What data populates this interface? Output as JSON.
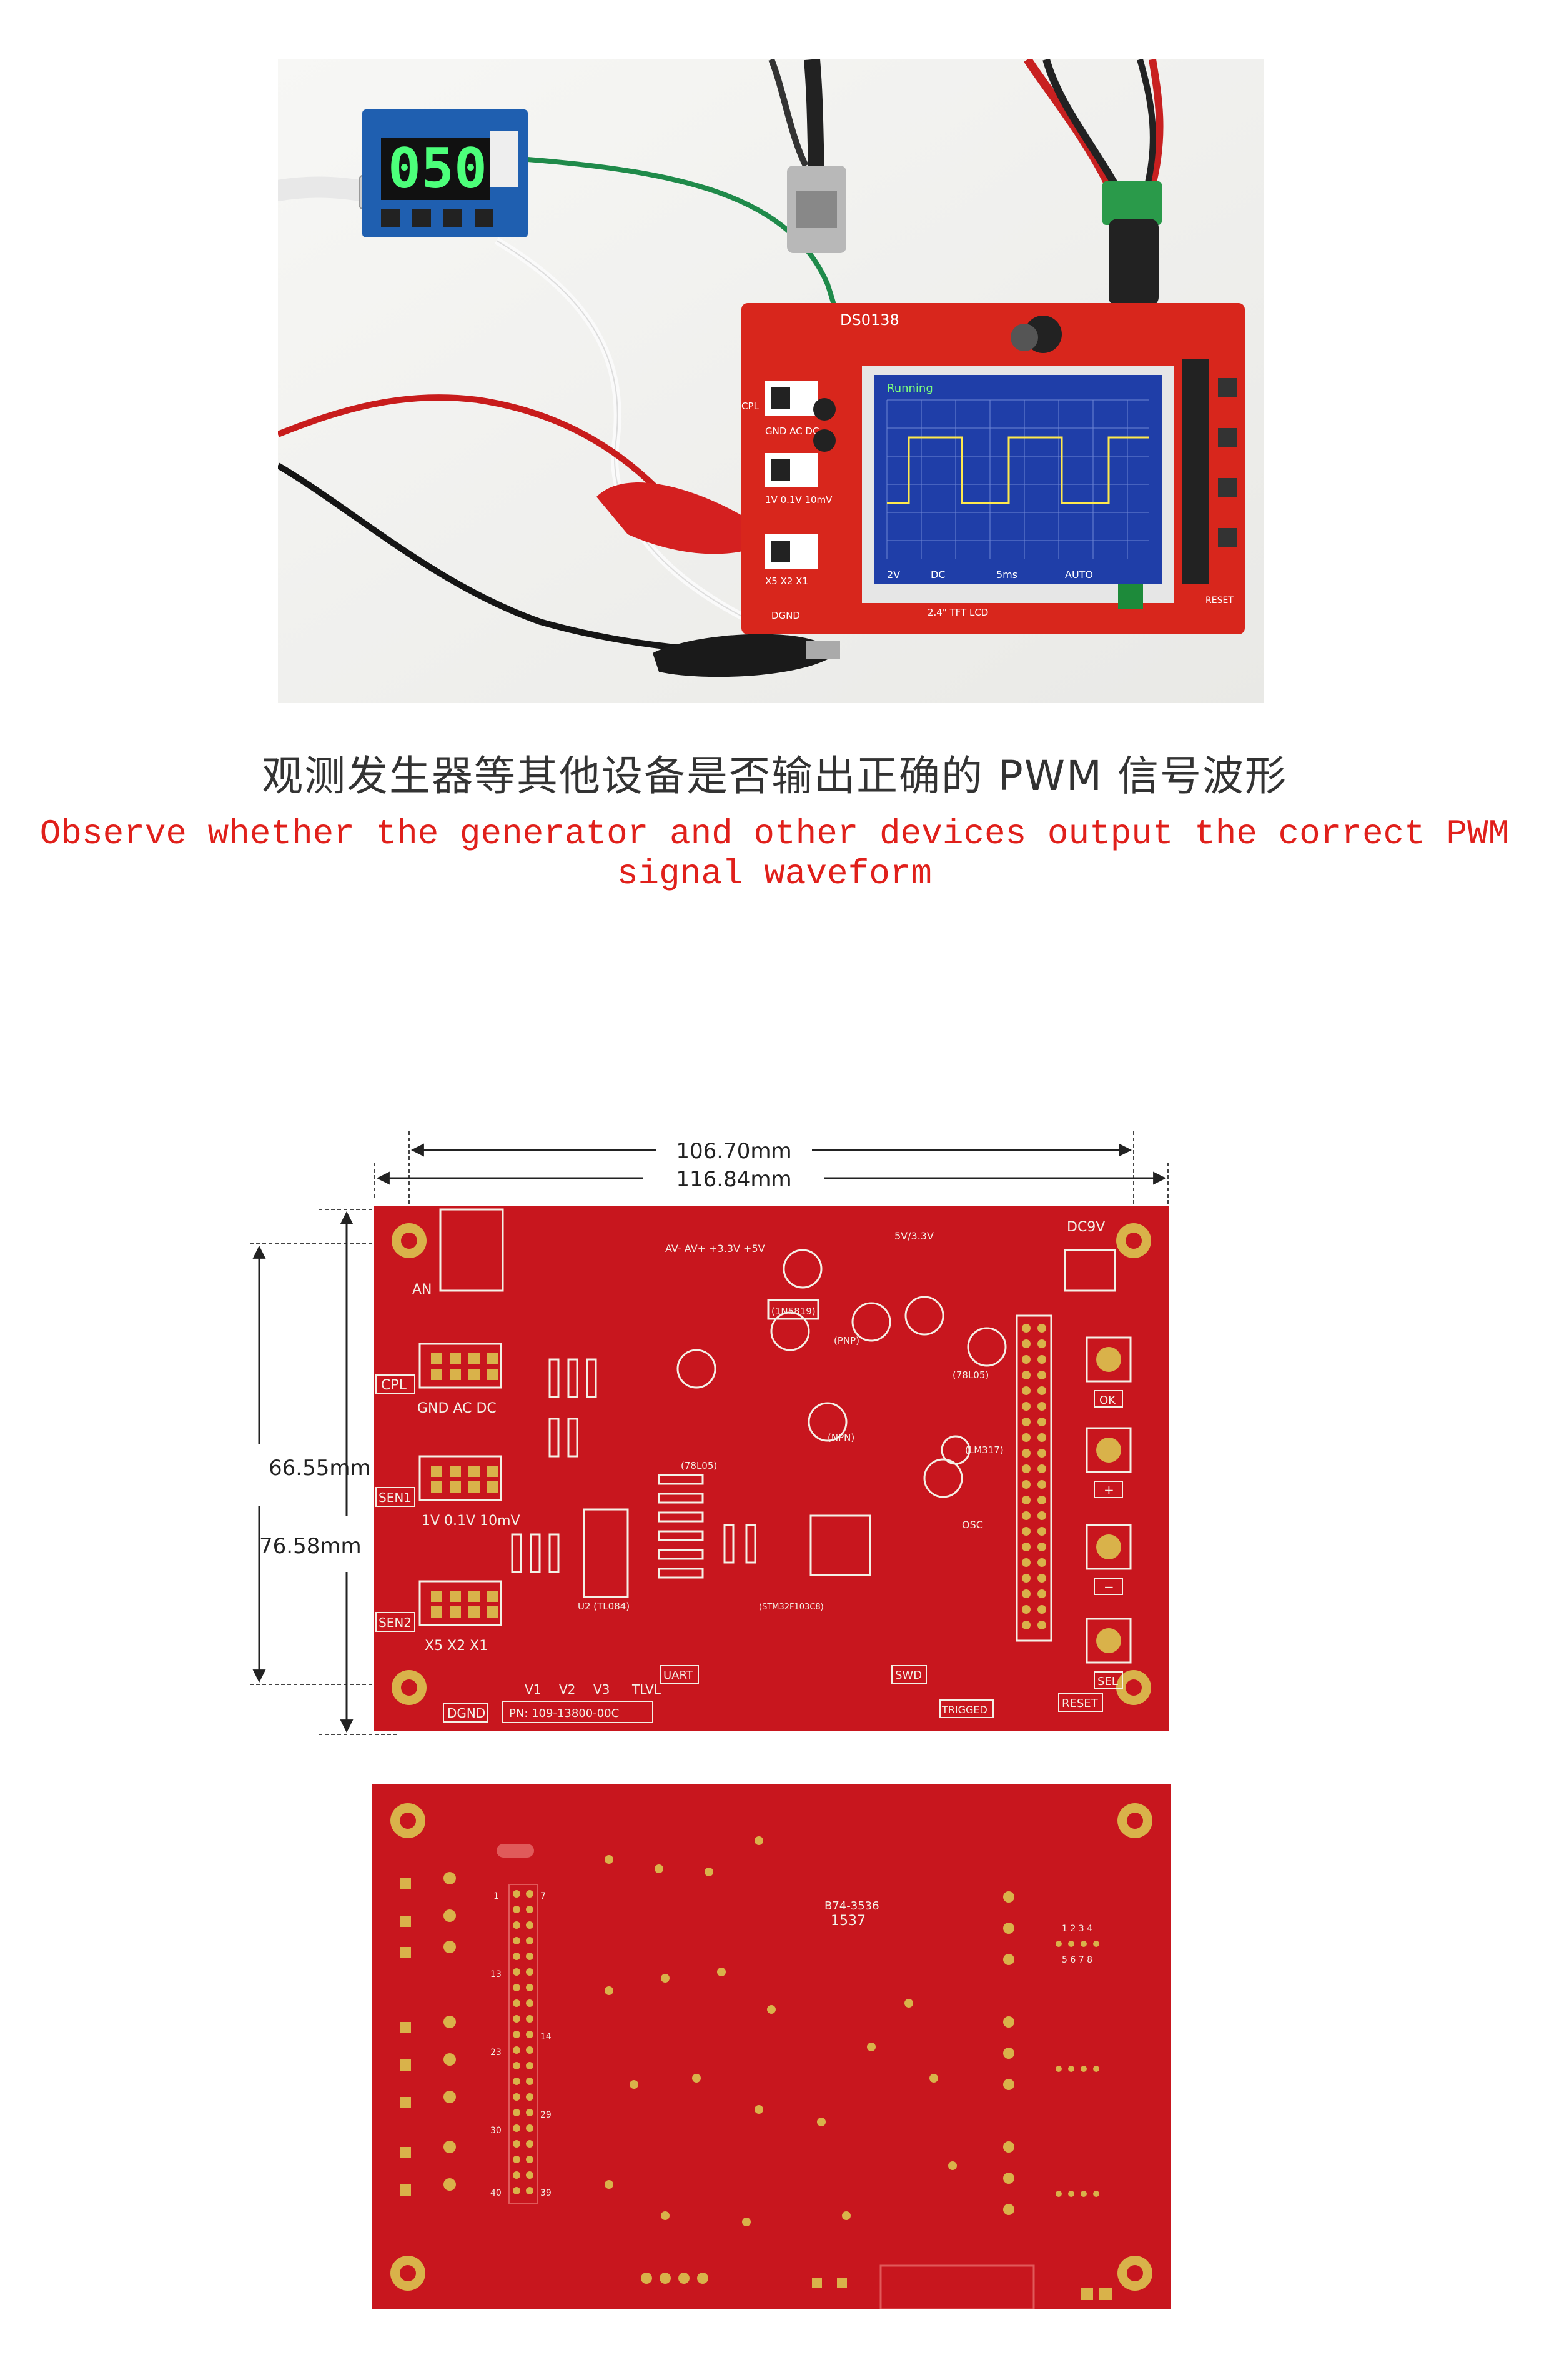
{
  "photo": {
    "led_display": "050",
    "board_label": "DS0138",
    "screen_status": "Running",
    "switch_labels": {
      "cpl": "CPL",
      "cpl_opts": "GND AC DC",
      "sen1_opts": "1V 0.1V 10mV",
      "sen2_opts": "X5 X2 X1",
      "dgnd": "DGND",
      "tft": "2.4\" TFT LCD",
      "reset": "RESET"
    },
    "screen_bottom": [
      "2V",
      "DC",
      "5ms",
      "AUTO"
    ]
  },
  "captions": {
    "chinese": "观测发生器等其他设备是否输出正确的 PWM 信号波形",
    "english": "Observe whether the generator and other devices output the correct PWM signal waveform"
  },
  "dimensions": {
    "inner_width": "106.70mm",
    "outer_width": "116.84mm",
    "inner_height": "66.55mm",
    "outer_height": "76.58mm"
  },
  "pcb_front": {
    "labels": {
      "an": "AN",
      "cpl": "CPL",
      "cpl_opts": "GND AC DC",
      "sen1": "SEN1",
      "sen1_opts": "1V 0.1V 10mV",
      "sen2": "SEN2",
      "sen2_opts": "X5 X2 X1",
      "dgnd": "DGND",
      "part_number": "PN: 109-13800-00C",
      "v_labels": [
        "V1",
        "V2",
        "V3"
      ],
      "tlvl": "TLVL",
      "uart": "UART",
      "swd": "SWD",
      "triggered": "TRIGGED",
      "reset": "RESET",
      "dc9v": "DC9V",
      "ok": "OK",
      "plus": "+",
      "minus": "−",
      "sel": "SEL",
      "osc": "OSC",
      "rails": "AV-  AV+ +3.3V +5V",
      "ic_78l05a": "(78L05)",
      "ic_78l05b": "(78L05)",
      "ic_lm7": "(LM317)",
      "ic_tl084": "U2 (TL084)",
      "ic_pnp": "(PNP)",
      "ic_npn": "(NPN)",
      "ic_in5819": "(1N5819)",
      "volt_sel": "5V/3.3V",
      "mcu": "(STM32F103C8)"
    }
  },
  "pcb_back": {
    "labels": {
      "code1": "B74-3536",
      "code2": "1537",
      "pin_1": "1",
      "pin_13": "13",
      "pin_23": "23",
      "pin_30": "30",
      "pin_40": "40",
      "pin_7": "7",
      "pin_14": "14",
      "pin_29": "29",
      "pin_39": "39",
      "grid": "1 2 3 4",
      "grid2": "5 6 7 8"
    }
  },
  "colors": {
    "pcb_red": "#c8161e",
    "silkscreen": "#f4f0e6",
    "pad_gold": "#d9b24a",
    "caption_red": "#e0201b",
    "screen_blue": "#1f3ea8",
    "led_green": "#4cff7a"
  }
}
